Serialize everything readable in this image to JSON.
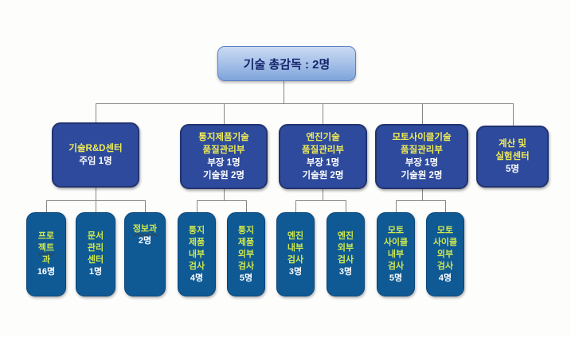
{
  "colors": {
    "background": "#fdfdfc",
    "connector": "#868686",
    "root_box_gradient_top": "#c9daf2",
    "root_box_gradient_bottom": "#7ea4da",
    "root_box_border": "#5e82c2",
    "root_text": "#15256b",
    "dept_box_fill": "#2e4a9c",
    "dept_box_border": "#22346f",
    "dept_title_text": "#f0ec55",
    "dept_sub_text": "#ffffff",
    "team_box_fill": "#0f5a94",
    "team_box_border": "#0b4678",
    "team_title_text": "#cfe84d",
    "team_count_text": "#ffffff"
  },
  "root": {
    "label": "기술 총감독 : 2명"
  },
  "departments": [
    {
      "title_lines": [
        "기술R&D센터"
      ],
      "sub_lines": [
        "주임 1명"
      ],
      "children": [
        {
          "title_lines": [
            "프로",
            "젝트",
            "과"
          ],
          "count": "16명"
        },
        {
          "title_lines": [
            "문서",
            "관리",
            "센터"
          ],
          "count": "1명"
        },
        {
          "title_lines": [
            "정보과"
          ],
          "count": "2명"
        }
      ]
    },
    {
      "title_lines": [
        "퉁지제품기술",
        "품질관리부"
      ],
      "sub_lines": [
        "부장 1명",
        "기술원 2명"
      ],
      "children": [
        {
          "title_lines": [
            "퉁지",
            "제품",
            "내부",
            "검사"
          ],
          "count": "4명"
        },
        {
          "title_lines": [
            "퉁지",
            "제품",
            "외부",
            "검사"
          ],
          "count": "5명"
        }
      ]
    },
    {
      "title_lines": [
        "엔진기술",
        "품질관리부"
      ],
      "sub_lines": [
        "부장 1명",
        "기술원 2명"
      ],
      "children": [
        {
          "title_lines": [
            "엔진",
            "내부",
            "검사"
          ],
          "count": "3명"
        },
        {
          "title_lines": [
            "엔진",
            "외부",
            "검사"
          ],
          "count": "3명"
        }
      ]
    },
    {
      "title_lines": [
        "모토사이클기술",
        "품질관리부"
      ],
      "sub_lines": [
        "부장 1명",
        "기술원 2명"
      ],
      "children": [
        {
          "title_lines": [
            "모토",
            "사이클",
            "내부",
            "검사"
          ],
          "count": "5명"
        },
        {
          "title_lines": [
            "모토",
            "사이클",
            "외부",
            "검사"
          ],
          "count": "4명"
        }
      ]
    },
    {
      "title_lines": [
        "계산 및",
        "실험센터"
      ],
      "sub_lines": [
        "5명"
      ],
      "children": []
    }
  ]
}
